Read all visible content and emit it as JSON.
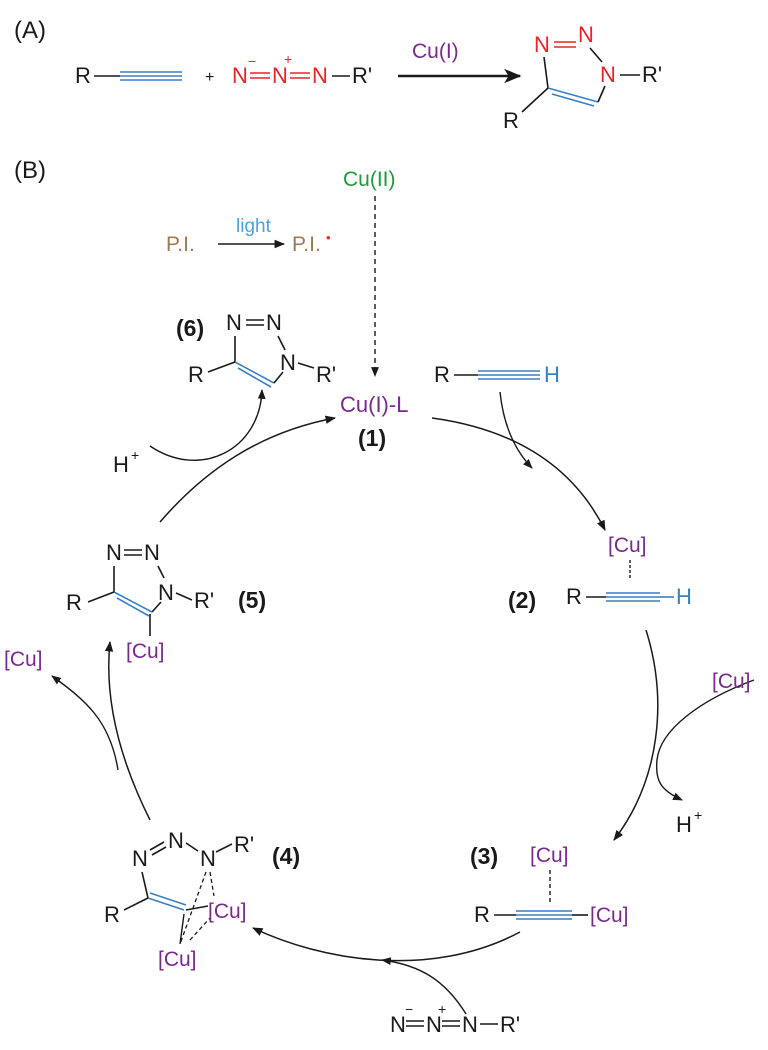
{
  "panel_a": {
    "label": "(A)",
    "reactant_alkyne_r": "R",
    "plus": "+",
    "azide_n1": "N",
    "azide_n2": "N",
    "azide_n3": "N",
    "azide_minus": "−",
    "azide_plus": "+",
    "azide_r": "R'",
    "catalyst": "Cu(I)",
    "product_n1": "N",
    "product_n2": "N",
    "product_n3": "N",
    "product_r": "R",
    "product_rprime": "R'"
  },
  "panel_b": {
    "label": "(B)",
    "cu_ii": "Cu(II)",
    "pi": "P.I.",
    "light": "light",
    "pi_radical": "P.I.",
    "radical_dot": "•",
    "center": "Cu(I)-L",
    "step1": "(1)",
    "step2": "(2)",
    "step3": "(3)",
    "step4": "(4)",
    "step5": "(5)",
    "step6": "(6)",
    "hplus": "H",
    "plus_sup": "+",
    "cu": "[Cu]",
    "r": "R",
    "rprime": "R'",
    "h": "H",
    "n": "N"
  },
  "colors": {
    "black": "#1a1a1a",
    "red": "#e8242b",
    "blue": "#3b7fc4",
    "purple": "#7a2a8c",
    "green": "#1f9a3c",
    "brown": "#9c7a55",
    "lightblue": "#4aa3dd"
  }
}
